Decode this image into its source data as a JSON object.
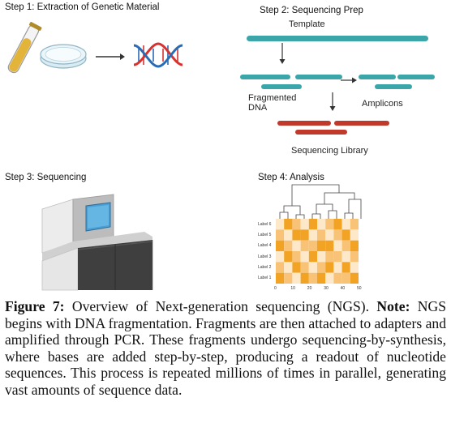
{
  "steps": [
    {
      "title": "Step 1: Extraction of Genetic Material"
    },
    {
      "title": "Step 2: Sequencing Prep"
    },
    {
      "title": "Step 3: Sequencing"
    },
    {
      "title": "Step 4: Analysis"
    }
  ],
  "prep": {
    "template_label": "Template",
    "fragmented_label_1": "Fragmented",
    "fragmented_label_2": "DNA",
    "amplicons_label": "Amplicons",
    "library_label": "Sequencing Library"
  },
  "heatmap": {
    "row_labels": [
      "Label 6",
      "Label 5",
      "Label 4",
      "Label 3",
      "Label 2",
      "Label 1"
    ],
    "x_ticks": [
      "0",
      "10",
      "20",
      "30",
      "40",
      "50"
    ],
    "levels": [
      [
        1,
        3,
        2,
        1,
        3,
        1,
        2,
        3,
        1,
        2
      ],
      [
        2,
        1,
        3,
        3,
        1,
        2,
        1,
        2,
        3,
        1
      ],
      [
        3,
        2,
        1,
        2,
        2,
        3,
        3,
        1,
        2,
        3
      ],
      [
        1,
        3,
        2,
        1,
        3,
        1,
        2,
        2,
        1,
        2
      ],
      [
        2,
        1,
        3,
        2,
        1,
        2,
        3,
        1,
        3,
        1
      ],
      [
        3,
        2,
        1,
        3,
        2,
        3,
        1,
        2,
        2,
        3
      ]
    ]
  },
  "caption": {
    "figure_label": "Figure 7:",
    "part1": " Overview of Next-generation sequencing (NGS). ",
    "note_label": "Note:",
    "part2": " NGS begins with DNA fragmentation. Fragments are then attached to adapters and amplified through PCR. These fragments undergo sequencing-by-synthesis, where bases are added step-by-step, producing a readout of nucleotide sequences. This process is repeated millions of times in parallel, generating vast amounts of sequence data."
  },
  "colors": {
    "teal": "#3aa6a9",
    "red": "#c0392b",
    "dna_red": "#d8322f",
    "dna_blue": "#2a6bb5",
    "heat_light": "#fde9c9",
    "heat_mid": "#f9c377",
    "heat_dark": "#f2a324"
  }
}
